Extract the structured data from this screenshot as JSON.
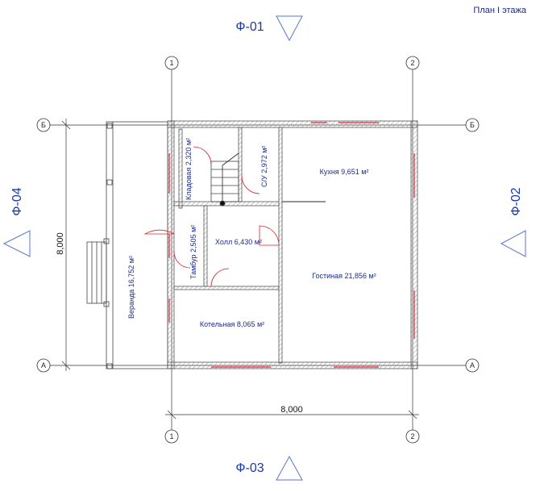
{
  "title": "План I этажа",
  "facades": {
    "top": "Ф-01",
    "right": "Ф-02",
    "bottom": "Ф-03",
    "left": "Ф-04"
  },
  "axes": {
    "col1": "1",
    "col2": "2",
    "rowA": "А",
    "rowB": "Б"
  },
  "dimensions": {
    "horizontal": "8,000",
    "vertical": "8,000"
  },
  "rooms": {
    "kladovaya": "Кладовая 2,320 м²",
    "su": "С/У 2,972 м²",
    "kuhnya": "Кухня 9,651 м²",
    "tambur": "Тамбур 2,505 м²",
    "holl": "Холл 6,430 м²",
    "gostinaya": "Гостиная 21,856 м²",
    "kotelnaya": "Котельная 8,065 м²",
    "veranda": "Веранда 16,752 м²"
  },
  "colors": {
    "wall_hatch": "#9a9a9a",
    "window": "#e0202a",
    "text_blue": "#1b2a8a",
    "facade_blue": "#1b3aa8"
  }
}
